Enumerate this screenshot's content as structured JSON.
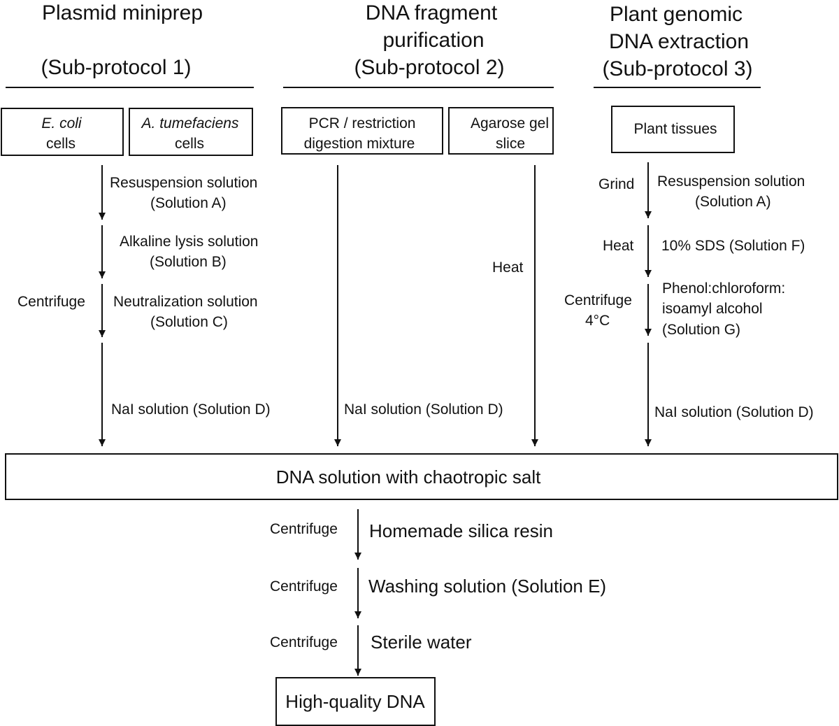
{
  "headers": {
    "col1": {
      "line1": "Plasmid miniprep",
      "line2": "(Sub-protocol 1)"
    },
    "col2": {
      "line1": "DNA fragment",
      "line2": "purification",
      "line3": "(Sub-protocol 2)"
    },
    "col3": {
      "line1": "Plant genomic",
      "line2": "DNA extraction",
      "line3": "(Sub-protocol 3)"
    }
  },
  "start_boxes": {
    "ecoli": {
      "line1": "E. coli",
      "line2": "cells"
    },
    "atum": {
      "line1": "A. tumefaciens",
      "line2": "cells"
    },
    "pcr": {
      "line1": "PCR / restriction",
      "line2": "digestion mixture"
    },
    "gel": {
      "line1": "Agarose gel",
      "line2": "slice"
    },
    "plant": {
      "line1": "Plant tissues"
    }
  },
  "col1_steps": {
    "s1": {
      "line1": "Resuspension solution",
      "line2": "(Solution A)"
    },
    "s2": {
      "line1": "Alkaline lysis solution",
      "line2": "(Solution B)"
    },
    "s3_action": "Centrifuge",
    "s3": {
      "line1": "Neutralization solution",
      "line2": "(Solution C)"
    },
    "s4": "NaI solution (Solution D)"
  },
  "col2_steps": {
    "heat": "Heat",
    "nai": "NaI solution (Solution D)"
  },
  "col3_steps": {
    "s1_action": "Grind",
    "s1": {
      "line1": "Resuspension solution",
      "line2": "(Solution A)"
    },
    "s2_action": "Heat",
    "s2": "10% SDS (Solution F)",
    "s3_action": {
      "line1": "Centrifuge",
      "line2": "4°C"
    },
    "s3": {
      "line1": "Phenol:chloroform:",
      "line2": "isoamyl alcohol",
      "line3": "(Solution G)"
    },
    "s4": "NaI solution (Solution D)"
  },
  "merge_box": "DNA solution with chaotropic salt",
  "final_steps": {
    "s1_action": "Centrifuge",
    "s1": "Homemade silica resin",
    "s2_action": "Centrifuge",
    "s2": "Washing solution (Solution E)",
    "s3_action": "Centrifuge",
    "s3": "Sterile water"
  },
  "result_box": "High-quality DNA"
}
